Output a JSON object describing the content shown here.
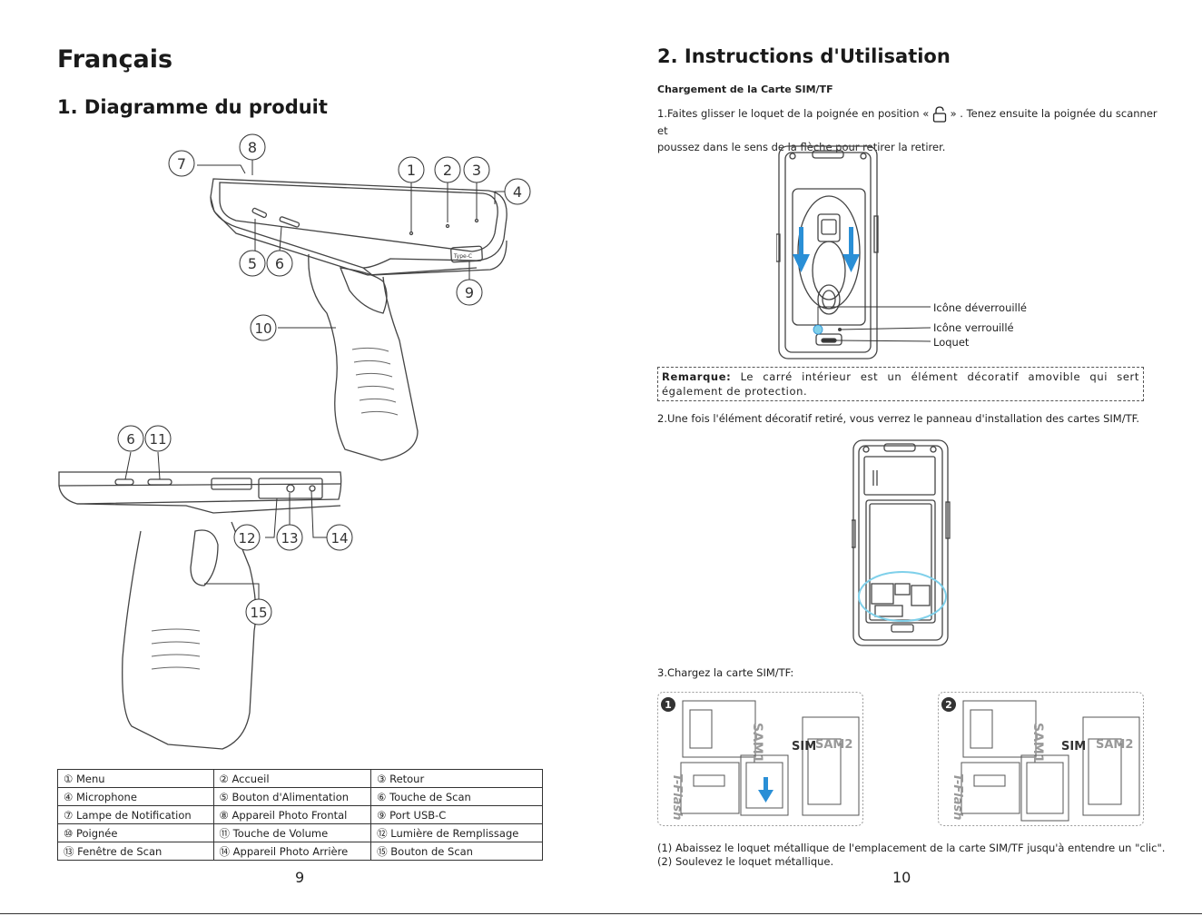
{
  "left_page": {
    "title": "Français",
    "section_title": "1. Diagramme du produit",
    "callouts": [
      "1",
      "2",
      "3",
      "4",
      "5",
      "6",
      "7",
      "8",
      "9",
      "10",
      "6",
      "11",
      "12",
      "13",
      "14",
      "15"
    ],
    "port_label": "Type-C",
    "legend": [
      [
        "① Menu",
        "② Accueil",
        "③ Retour"
      ],
      [
        "④ Microphone",
        "⑤ Bouton d'Alimentation",
        "⑥ Touche de Scan"
      ],
      [
        "⑦ Lampe de Notification",
        "⑧ Appareil Photo Frontal",
        "⑨ Port USB-C"
      ],
      [
        "⑩ Poignée",
        "⑪ Touche de Volume",
        "⑫ Lumière de Remplissage"
      ],
      [
        "⑬ Fenêtre de Scan",
        "⑭ Appareil Photo Arrière",
        "⑮ Bouton de Scan"
      ]
    ],
    "page_number": "9"
  },
  "right_page": {
    "title": "2. Instructions d'Utilisation",
    "subsection": "Chargement de la Carte SIM/TF",
    "step1_before": "1.Faites glisser le loquet de la poignée en position «",
    "step1_after": "» . Tenez ensuite la poignée du scanner et",
    "step1_line2": "poussez dans le sens de la flèche pour retirer la retirer.",
    "labels": {
      "unlocked": "Icône déverrouillé",
      "locked": "Icône verrouillé",
      "latch": "Loquet"
    },
    "note_label": "Remarque:",
    "note_text": " Le carré intérieur est un élément décoratif amovible qui sert également de protection.",
    "step2": "2.Une fois l'élément décoratif retiré, vous verrez le panneau d'installation des cartes SIM/TF.",
    "step3": "3.Chargez la carte SIM/TF:",
    "slot_labels": {
      "sam1": "SAM1",
      "sam2": "SAM2",
      "sim": "SIM",
      "tflash": "T-Flash"
    },
    "step_badges": [
      "1",
      "2"
    ],
    "instruction1": "(1) Abaissez le loquet métallique de l'emplacement de la carte SIM/TF jusqu'à entendre un \"clic\".",
    "instruction2": "(2) Soulevez le loquet métallique.",
    "page_number": "10"
  },
  "colors": {
    "arrow_blue": "#2a8fd6",
    "highlight_cyan": "#7fd0ea",
    "line": "#333333"
  }
}
